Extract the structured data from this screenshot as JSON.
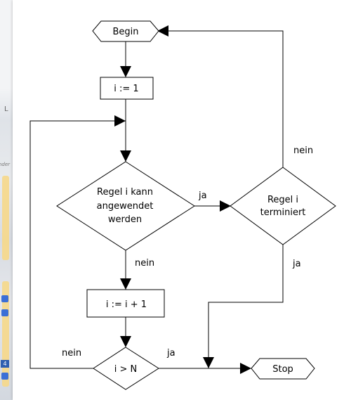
{
  "map": {
    "letter": "L",
    "street_text": "nder",
    "badge_number": "4"
  },
  "flowchart": {
    "nodes": {
      "begin": "Begin",
      "init": "i := 1",
      "rule_apply": [
        "Regel i kann",
        "angewendet",
        "werden"
      ],
      "terminates": [
        "Regel i",
        "terminiert"
      ],
      "increment": "i := i + 1",
      "compare": "i > N",
      "stop": "Stop"
    },
    "edge_labels": {
      "apply_yes": "ja",
      "apply_no": "nein",
      "terminates_no": "nein",
      "terminates_yes": "ja",
      "compare_no": "nein",
      "compare_yes": "ja"
    }
  }
}
